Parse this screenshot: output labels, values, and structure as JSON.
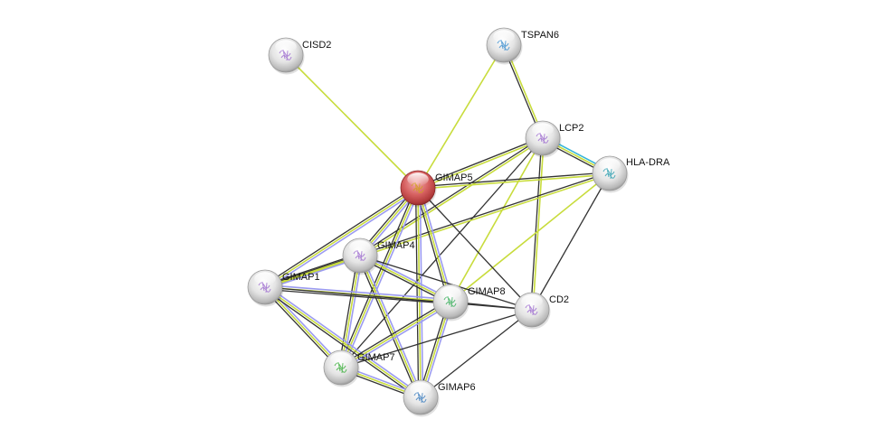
{
  "network": {
    "nodes": [
      {
        "id": "CISD2",
        "label": "CISD2",
        "query": false,
        "glyph": "#a070d0"
      },
      {
        "id": "TSPAN6",
        "label": "TSPAN6",
        "query": false,
        "glyph": "#4090d0"
      },
      {
        "id": "LCP2",
        "label": "LCP2",
        "query": false,
        "glyph": "#a070d0"
      },
      {
        "id": "HLA-DRA",
        "label": "HLA-DRA",
        "query": false,
        "glyph": "#30a0b0"
      },
      {
        "id": "GIMAP5",
        "label": "GIMAP5",
        "query": true,
        "glyph": "#d0a020"
      },
      {
        "id": "GIMAP4",
        "label": "GIMAP4",
        "query": false,
        "glyph": "#a070d0"
      },
      {
        "id": "GIMAP1",
        "label": "GIMAP1",
        "query": false,
        "glyph": "#a070d0"
      },
      {
        "id": "GIMAP8",
        "label": "GIMAP8",
        "query": false,
        "glyph": "#40b060"
      },
      {
        "id": "CD2",
        "label": "CD2",
        "query": false,
        "glyph": "#a070d0"
      },
      {
        "id": "GIMAP7",
        "label": "GIMAP7",
        "query": false,
        "glyph": "#40b040"
      },
      {
        "id": "GIMAP6",
        "label": "GIMAP6",
        "query": false,
        "glyph": "#4080c0"
      }
    ],
    "edges": [
      {
        "a": "CISD2",
        "b": "GIMAP5",
        "types": [
          "textmining"
        ]
      },
      {
        "a": "TSPAN6",
        "b": "GIMAP5",
        "types": [
          "textmining"
        ]
      },
      {
        "a": "TSPAN6",
        "b": "LCP2",
        "types": [
          "textmining",
          "coexpression"
        ]
      },
      {
        "a": "LCP2",
        "b": "HLA-DRA",
        "types": [
          "database",
          "textmining",
          "coexpression"
        ]
      },
      {
        "a": "LCP2",
        "b": "GIMAP5",
        "types": [
          "textmining",
          "coexpression"
        ]
      },
      {
        "a": "LCP2",
        "b": "GIMAP4",
        "types": [
          "textmining",
          "coexpression"
        ]
      },
      {
        "a": "LCP2",
        "b": "GIMAP8",
        "types": [
          "textmining"
        ]
      },
      {
        "a": "LCP2",
        "b": "CD2",
        "types": [
          "textmining",
          "coexpression"
        ]
      },
      {
        "a": "LCP2",
        "b": "GIMAP7",
        "types": [
          "coexpression"
        ]
      },
      {
        "a": "HLA-DRA",
        "b": "GIMAP5",
        "types": [
          "textmining",
          "coexpression"
        ]
      },
      {
        "a": "HLA-DRA",
        "b": "GIMAP8",
        "types": [
          "textmining"
        ]
      },
      {
        "a": "HLA-DRA",
        "b": "GIMAP1",
        "types": [
          "textmining",
          "coexpression"
        ]
      },
      {
        "a": "HLA-DRA",
        "b": "CD2",
        "types": [
          "coexpression"
        ]
      },
      {
        "a": "GIMAP5",
        "b": "GIMAP4",
        "types": [
          "homology",
          "textmining",
          "coexpression"
        ]
      },
      {
        "a": "GIMAP5",
        "b": "GIMAP1",
        "types": [
          "homology",
          "textmining",
          "coexpression"
        ]
      },
      {
        "a": "GIMAP5",
        "b": "GIMAP8",
        "types": [
          "homology",
          "textmining",
          "coexpression"
        ]
      },
      {
        "a": "GIMAP5",
        "b": "GIMAP7",
        "types": [
          "homology",
          "textmining",
          "coexpression"
        ]
      },
      {
        "a": "GIMAP5",
        "b": "GIMAP6",
        "types": [
          "homology",
          "textmining",
          "coexpression"
        ]
      },
      {
        "a": "GIMAP5",
        "b": "CD2",
        "types": [
          "coexpression"
        ]
      },
      {
        "a": "GIMAP4",
        "b": "GIMAP1",
        "types": [
          "homology",
          "textmining",
          "coexpression"
        ]
      },
      {
        "a": "GIMAP4",
        "b": "GIMAP8",
        "types": [
          "homology",
          "textmining",
          "coexpression"
        ]
      },
      {
        "a": "GIMAP4",
        "b": "GIMAP7",
        "types": [
          "homology",
          "textmining",
          "coexpression"
        ]
      },
      {
        "a": "GIMAP4",
        "b": "GIMAP6",
        "types": [
          "homology",
          "textmining",
          "coexpression"
        ]
      },
      {
        "a": "GIMAP4",
        "b": "CD2",
        "types": [
          "coexpression"
        ]
      },
      {
        "a": "GIMAP1",
        "b": "GIMAP8",
        "types": [
          "homology",
          "textmining",
          "coexpression"
        ]
      },
      {
        "a": "GIMAP1",
        "b": "GIMAP7",
        "types": [
          "homology",
          "textmining",
          "coexpression"
        ]
      },
      {
        "a": "GIMAP1",
        "b": "GIMAP6",
        "types": [
          "homology",
          "textmining",
          "coexpression"
        ]
      },
      {
        "a": "GIMAP1",
        "b": "CD2",
        "types": [
          "coexpression"
        ]
      },
      {
        "a": "GIMAP8",
        "b": "GIMAP7",
        "types": [
          "homology",
          "textmining",
          "coexpression"
        ]
      },
      {
        "a": "GIMAP8",
        "b": "GIMAP6",
        "types": [
          "homology",
          "textmining",
          "coexpression"
        ]
      },
      {
        "a": "GIMAP8",
        "b": "CD2",
        "types": [
          "coexpression"
        ]
      },
      {
        "a": "GIMAP7",
        "b": "GIMAP6",
        "types": [
          "homology",
          "textmining",
          "coexpression"
        ]
      },
      {
        "a": "GIMAP7",
        "b": "CD2",
        "types": [
          "coexpression"
        ]
      },
      {
        "a": "GIMAP6",
        "b": "CD2",
        "types": [
          "coexpression"
        ]
      }
    ],
    "edge_colors": {
      "textmining": "#c8dc3c",
      "coexpression": "#333333",
      "homology": "#9b9bf0",
      "database": "#38b6d8"
    },
    "node_colors": {
      "default_fill": "#e8e8e8",
      "query_fill": "#cc4a4a"
    }
  }
}
